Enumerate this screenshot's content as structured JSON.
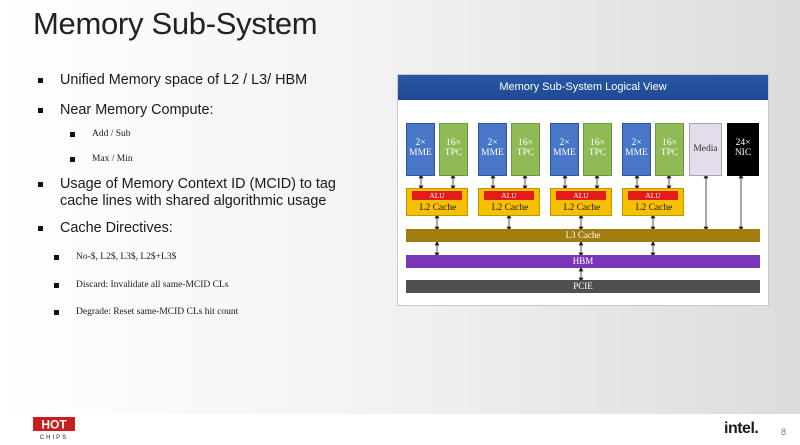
{
  "slide": {
    "title": "Memory Sub-System",
    "page_number": "8",
    "bullets": [
      {
        "level": 1,
        "text": "Unified Memory space of L2 / L3/ HBM"
      },
      {
        "level": 1,
        "text": "Near Memory Compute:"
      },
      {
        "level": 2,
        "text": "Add / Sub"
      },
      {
        "level": 2,
        "text": "Max / Min"
      },
      {
        "level": 1,
        "text": "Usage of Memory Context ID (MCID) to tag"
      },
      {
        "level": 1,
        "text": "cache lines with shared algorithmic usage"
      },
      {
        "level": 1,
        "text": "Cache Directives:"
      },
      {
        "level": 2,
        "text": "No-$, L2$, L3$, L2$+L3$"
      },
      {
        "level": 2,
        "text": "Discard: Invalidate all same-MCID CLs"
      },
      {
        "level": 2,
        "text": "Degrade: Reset same-MCID CLs hit count"
      }
    ]
  },
  "diagram": {
    "title": "Memory Sub-System Logical View",
    "mme_label": [
      "2×",
      "MME"
    ],
    "tpc_label": [
      "16×",
      "TPC"
    ],
    "media_label": "Media",
    "nic_label": [
      "24×",
      "NIC"
    ],
    "alu_label": "ALU",
    "l2_label": "L2 Cache",
    "l3_label": "L3 Cache",
    "hbm_label": "HBM",
    "pcie_label": "PCIE",
    "colors": {
      "mme": "#4a76c7",
      "tpc": "#8fbb57",
      "media": "#e2dceb",
      "nic": "#000000",
      "alu": "#e51b1b",
      "l2": "#f5c000",
      "l3": "#a07d0e",
      "hbm": "#7936b9",
      "pcie": "#4f4f4f",
      "title_bar": "#2857a6"
    }
  },
  "footer": {
    "left_logo": "hot-chips-logo",
    "hot_text": "HOT",
    "chips_text": "CHIPS",
    "right_logo": "intel."
  }
}
